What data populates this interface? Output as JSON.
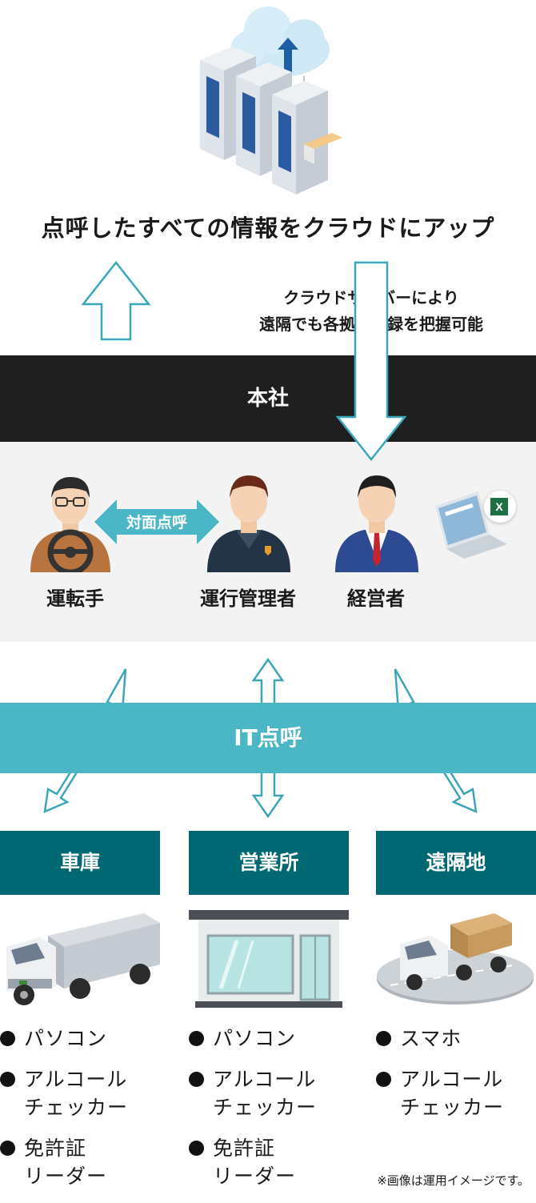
{
  "hero": {
    "title": "点呼したすべての情報をクラウドにアップ"
  },
  "cloud_note": {
    "line1": "クラウドサーバーにより",
    "line2": "遠隔でも各拠点記録を把握可能"
  },
  "head_office": {
    "label": "本社"
  },
  "roll_call_badge": "対面点呼",
  "roles": {
    "driver": "運転手",
    "manager": "運行管理者",
    "executive": "経営者"
  },
  "it_band": {
    "label": "IT点呼"
  },
  "locations": [
    {
      "name": "車庫",
      "devices": [
        "パソコン",
        "アルコール\nチェッカー",
        "免許証\nリーダー"
      ]
    },
    {
      "name": "営業所",
      "devices": [
        "パソコン",
        "アルコール\nチェッカー",
        "免許証\nリーダー"
      ]
    },
    {
      "name": "遠隔地",
      "devices": [
        "スマホ",
        "アルコール\nチェッカー"
      ]
    }
  ],
  "footnote": "※画像は運用イメージです。",
  "excel_icon_letter": "X",
  "colors": {
    "teal": "#4bb6c6",
    "dark_teal": "#006872",
    "black_band": "#1f1f1f",
    "office_bg": "#f3f3f3",
    "arrow_stroke": "#3aa7b8"
  }
}
